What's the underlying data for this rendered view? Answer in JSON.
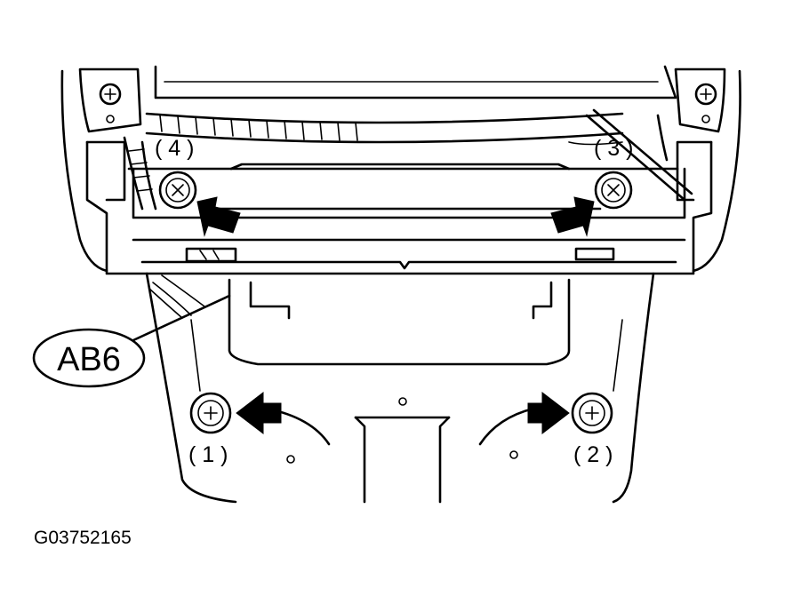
{
  "labels": {
    "bolt_1": "( 1 )",
    "bolt_2": "( 2 )",
    "bolt_3": "( 3 )",
    "bolt_4": "( 4 )"
  },
  "callout": "AB6",
  "figure_code": "G03752165"
}
